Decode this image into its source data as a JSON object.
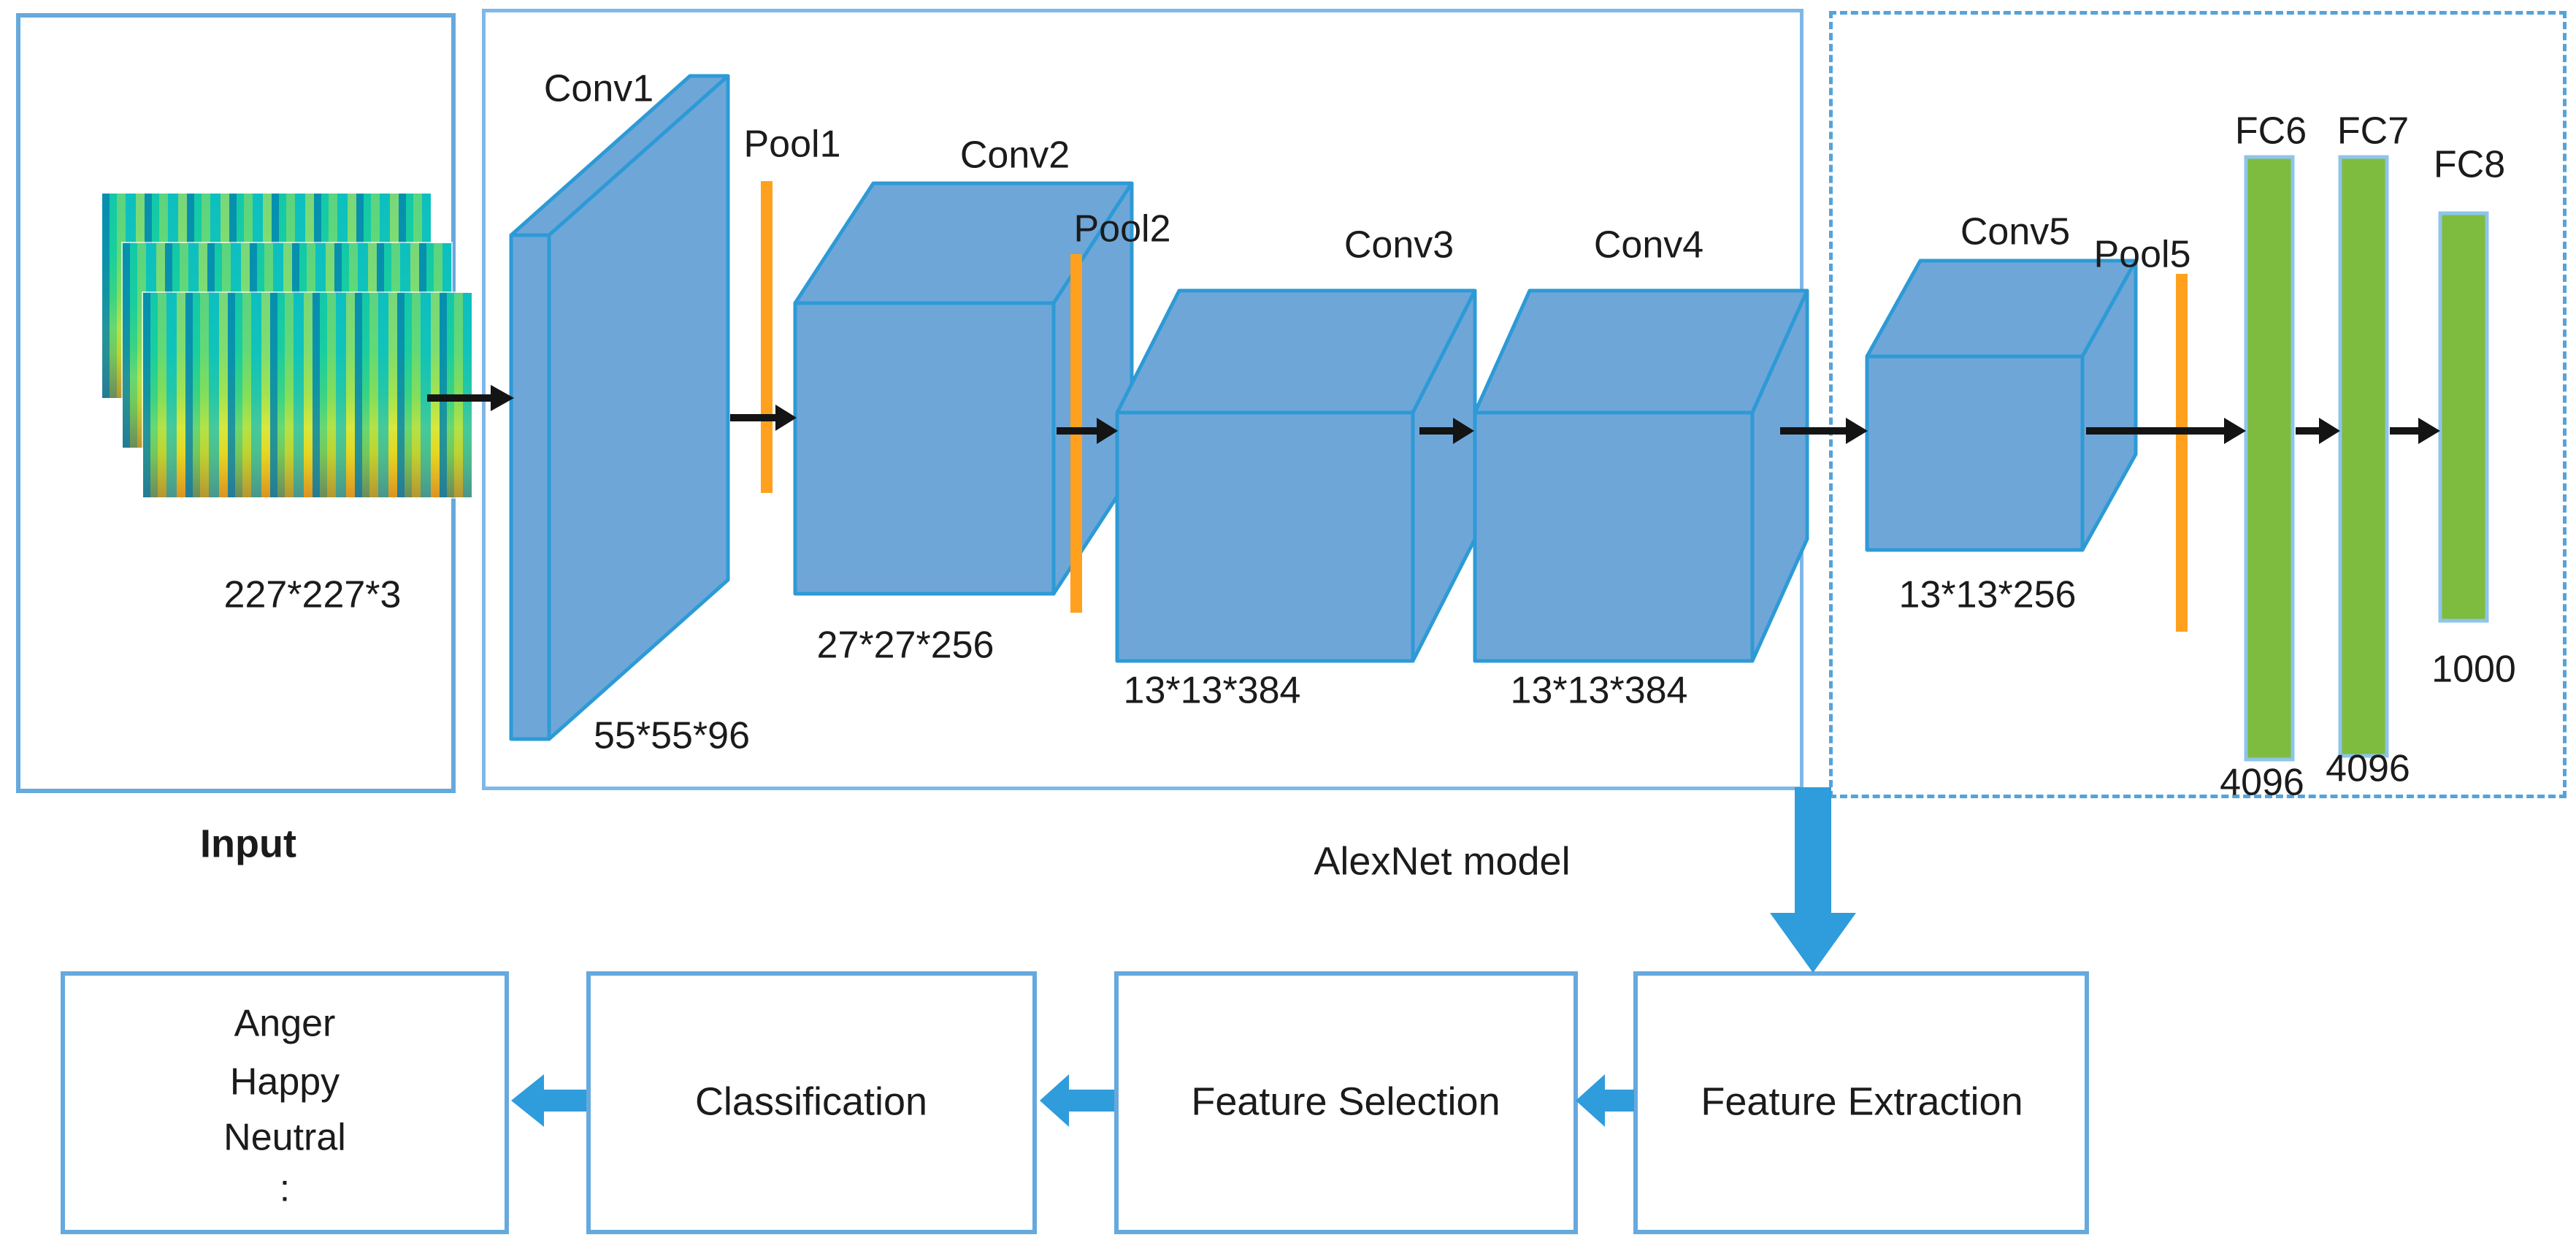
{
  "colors": {
    "cube-fill": "#6FA6D8",
    "cube-stroke": "#2D9AD6",
    "pool-orange": "#FFA11F",
    "fc-green": "#7DBC3E",
    "fc-border": "#8FC4EA",
    "box-border": "#66A9DD",
    "box-border-light": "#7FB8E6",
    "dash-border": "#55A3DA",
    "arrow-blue": "#2F9CDC",
    "arrow-black": "#141414",
    "text": "#1B1B1B"
  },
  "input": {
    "label": "Input",
    "dims": "227*227*3"
  },
  "alexnet": {
    "label": "AlexNet model",
    "layers": {
      "conv1": {
        "label": "Conv1",
        "dims": "55*55*96"
      },
      "pool1": {
        "label": "Pool1"
      },
      "conv2": {
        "label": "Conv2",
        "dims": "27*27*256"
      },
      "pool2": {
        "label": "Pool2"
      },
      "conv3": {
        "label": "Conv3",
        "dims": "13*13*384"
      },
      "conv4": {
        "label": "Conv4",
        "dims": "13*13*384"
      },
      "conv5": {
        "label": "Conv5",
        "dims": "13*13*256"
      },
      "pool5": {
        "label": "Pool5"
      },
      "fc6": {
        "label": "FC6",
        "units": "4096"
      },
      "fc7": {
        "label": "FC7",
        "units": "4096"
      },
      "fc8": {
        "label": "FC8",
        "units": "1000"
      }
    }
  },
  "pipeline": {
    "feature_extraction": "Feature Extraction",
    "feature_selection": "Feature Selection",
    "classification": "Classification"
  },
  "output": {
    "emotions": [
      "Anger",
      "Happy",
      "Neutral"
    ],
    "ellipsis": ":"
  }
}
